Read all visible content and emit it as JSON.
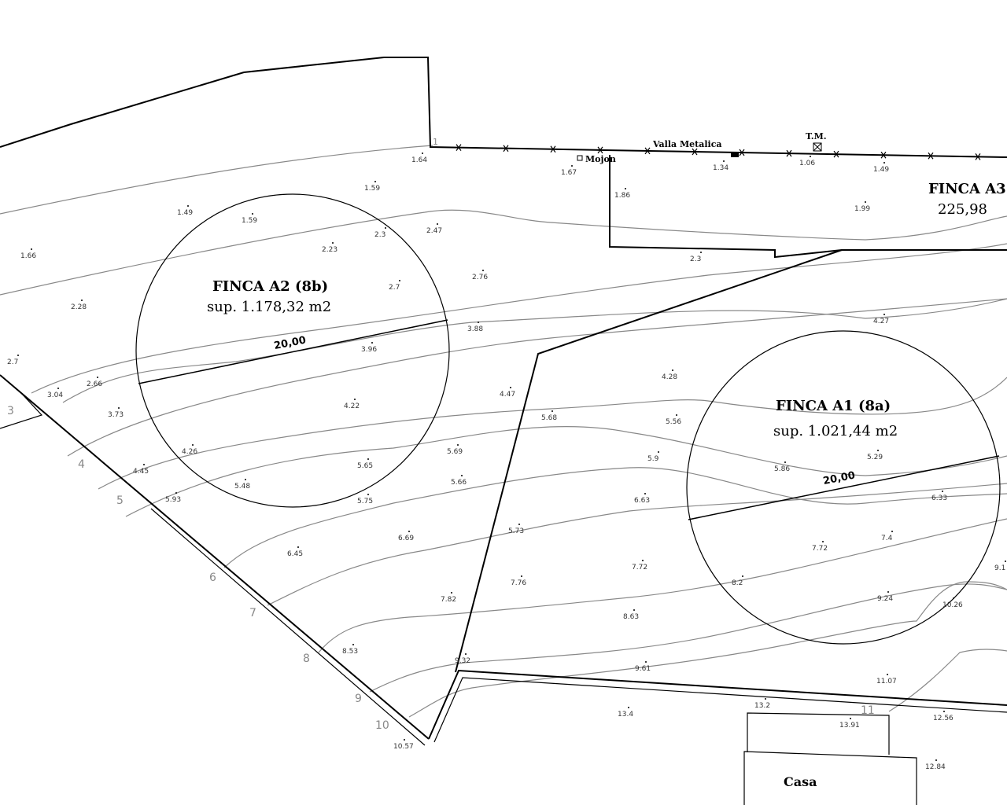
{
  "parcels": {
    "a2": {
      "title": "FINCA A2 (8b)",
      "area": "sup. 1.178,32 m2",
      "diameter": "20,00"
    },
    "a1": {
      "title": "FINCA A1 (8a)",
      "area": "sup. 1.021,44 m2",
      "diameter": "20,00"
    },
    "a3": {
      "title": "FINCA A3",
      "area": "225,98"
    }
  },
  "labels": {
    "fence": "Valla Metalica",
    "landmark": "Mojon",
    "tm": "T.M.",
    "house": "Casa"
  },
  "contour_numbers": [
    "1",
    "3",
    "4",
    "5",
    "6",
    "7",
    "8",
    "9",
    "10",
    "11"
  ],
  "spot_elevations": [
    "1.64",
    "1.67",
    "1.34",
    "1.06",
    "1.49",
    "1.86",
    "1.99",
    "2.3",
    "1.59",
    "1.49",
    "1.59",
    "2.3",
    "2.47",
    "2.23",
    "1.66",
    "2.7",
    "2.76",
    "2.28",
    "3.88",
    "3.96",
    "4.27",
    "2.7",
    "2.66",
    "3.04",
    "3.73",
    "4.22",
    "4.47",
    "4.28",
    "5.68",
    "5.56",
    "5.29",
    "5.86",
    "5.9",
    "4.26",
    "5.69",
    "5.65",
    "4.45",
    "5.48",
    "5.66",
    "5.93",
    "5.75",
    "6.63",
    "6.33",
    "5.73",
    "6.69",
    "6.45",
    "7.72",
    "7.4",
    "7.72",
    "7.76",
    "7.82",
    "8.2",
    "10.26",
    "9.24",
    "8.63",
    "8.53",
    "9.32",
    "9.61",
    "11.07",
    "13.2",
    "13.4",
    "13.91",
    "12.56",
    "10.57",
    "12.84",
    "9.1"
  ],
  "colors": {
    "boundary": "#000000",
    "contour": "#888888",
    "background": "#ffffff"
  }
}
